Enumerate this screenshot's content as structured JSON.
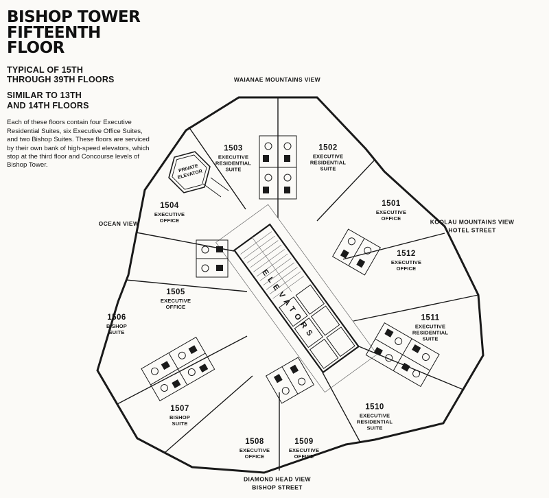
{
  "header": {
    "title_line1": "BISHOP TOWER",
    "title_line2": "FIFTEENTH FLOOR",
    "typical_line1": "TYPICAL OF 15TH",
    "typical_line2": "THROUGH 39TH FLOORS",
    "similar_line1": "SIMILAR TO 13TH",
    "similar_line2": "AND 14TH FLOORS",
    "description": "Each of these floors contain four Executive Residential Suites, six Executive Office Suites, and two Bishop Suites. These floors are serviced by their own bank of high-speed elevators, which stop at the third floor and Concourse levels of Bishop Tower."
  },
  "views": {
    "top": "WAIANAE MOUNTAINS VIEW",
    "left": "OCEAN VIEW",
    "right_line1": "KOOLAU MOUNTAINS VIEW",
    "right_line2": "HOTEL STREET",
    "bottom_line1": "DIAMOND HEAD VIEW",
    "bottom_line2": "BISHOP STREET"
  },
  "core": {
    "elevators_label": "ELEVATORS",
    "private_elevator_line1": "PRIVATE",
    "private_elevator_line2": "ELEVATOR"
  },
  "suites": [
    {
      "number": "1501",
      "type": [
        "EXECUTIVE",
        "OFFICE"
      ]
    },
    {
      "number": "1502",
      "type": [
        "EXECUTIVE",
        "RESIDENTIAL",
        "SUITE"
      ]
    },
    {
      "number": "1503",
      "type": [
        "EXECUTIVE",
        "RESIDENTIAL",
        "SUITE"
      ]
    },
    {
      "number": "1504",
      "type": [
        "EXECUTIVE",
        "OFFICE"
      ]
    },
    {
      "number": "1505",
      "type": [
        "EXECUTIVE",
        "OFFICE"
      ]
    },
    {
      "number": "1506",
      "type": [
        "BISHOP",
        "SUITE"
      ]
    },
    {
      "number": "1507",
      "type": [
        "BISHOP",
        "SUITE"
      ]
    },
    {
      "number": "1508",
      "type": [
        "EXECUTIVE",
        "OFFICE"
      ]
    },
    {
      "number": "1509",
      "type": [
        "EXECUTIVE",
        "OFFICE"
      ]
    },
    {
      "number": "1510",
      "type": [
        "EXECUTIVE",
        "RESIDENTIAL",
        "SUITE"
      ]
    },
    {
      "number": "1511",
      "type": [
        "EXECUTIVE",
        "RESIDENTIAL",
        "SUITE"
      ]
    },
    {
      "number": "1512",
      "type": [
        "EXECUTIVE",
        "OFFICE"
      ]
    }
  ],
  "colors": {
    "ink": "#1a1a1a",
    "paper": "#fbfaf7"
  }
}
